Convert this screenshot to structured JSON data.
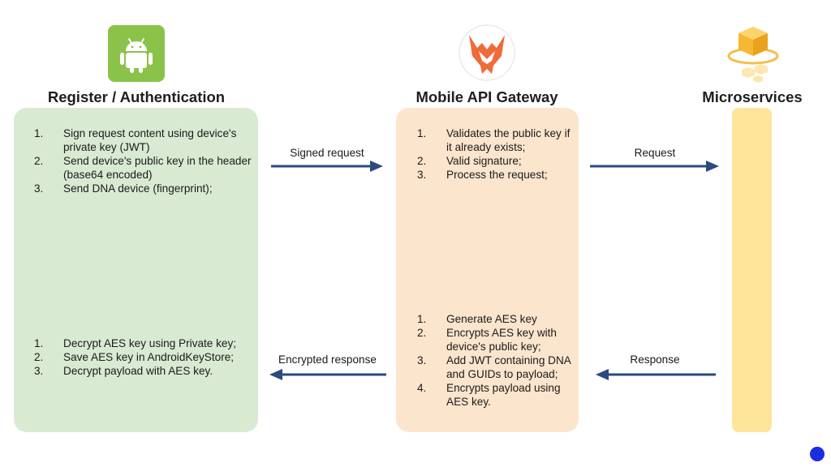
{
  "columns": {
    "left": {
      "title": "Register / Authentication",
      "top_steps": [
        {
          "num": "1.",
          "text": "Sign request content using device's private key (JWT)"
        },
        {
          "num": "2.",
          "text": "Send device's public key in the header (base64 encoded)"
        },
        {
          "num": "3.",
          "text": "Send DNA device (fingerprint);"
        }
      ],
      "bottom_steps": [
        {
          "num": "1.",
          "text": "Decrypt AES key using Private key;"
        },
        {
          "num": "2.",
          "text": "Save AES key in AndroidKeyStore;"
        },
        {
          "num": "3.",
          "text": "Decrypt payload with AES key."
        }
      ]
    },
    "middle": {
      "title": "Mobile API Gateway",
      "top_steps": [
        {
          "num": "1.",
          "text": "Validates the public key if it already exists;"
        },
        {
          "num": "2.",
          "text": "Valid signature;"
        },
        {
          "num": "3.",
          "text": "Process the request;"
        }
      ],
      "bottom_steps": [
        {
          "num": "1.",
          "text": "Generate AES key"
        },
        {
          "num": "2.",
          "text": "Encrypts AES key with device's public key;"
        },
        {
          "num": "3.",
          "text": "Add JWT containing DNA and GUIDs to payload;"
        },
        {
          "num": "4.",
          "text": "Encrypts payload using AES key."
        }
      ]
    },
    "right": {
      "title": "Microservices"
    }
  },
  "arrows": {
    "signed_request": "Signed request",
    "request": "Request",
    "encrypted_response": "Encrypted response",
    "response": "Response"
  },
  "icons": {
    "left": "android-icon",
    "middle": "api-gateway-logo-icon",
    "right": "microservices-cube-icon"
  },
  "colors": {
    "green_panel": "#d9ead3",
    "orange_panel": "#fce5cd",
    "yellow_panel": "#ffe599",
    "arrow": "#2b4a7e",
    "android_green": "#8bc34a"
  }
}
